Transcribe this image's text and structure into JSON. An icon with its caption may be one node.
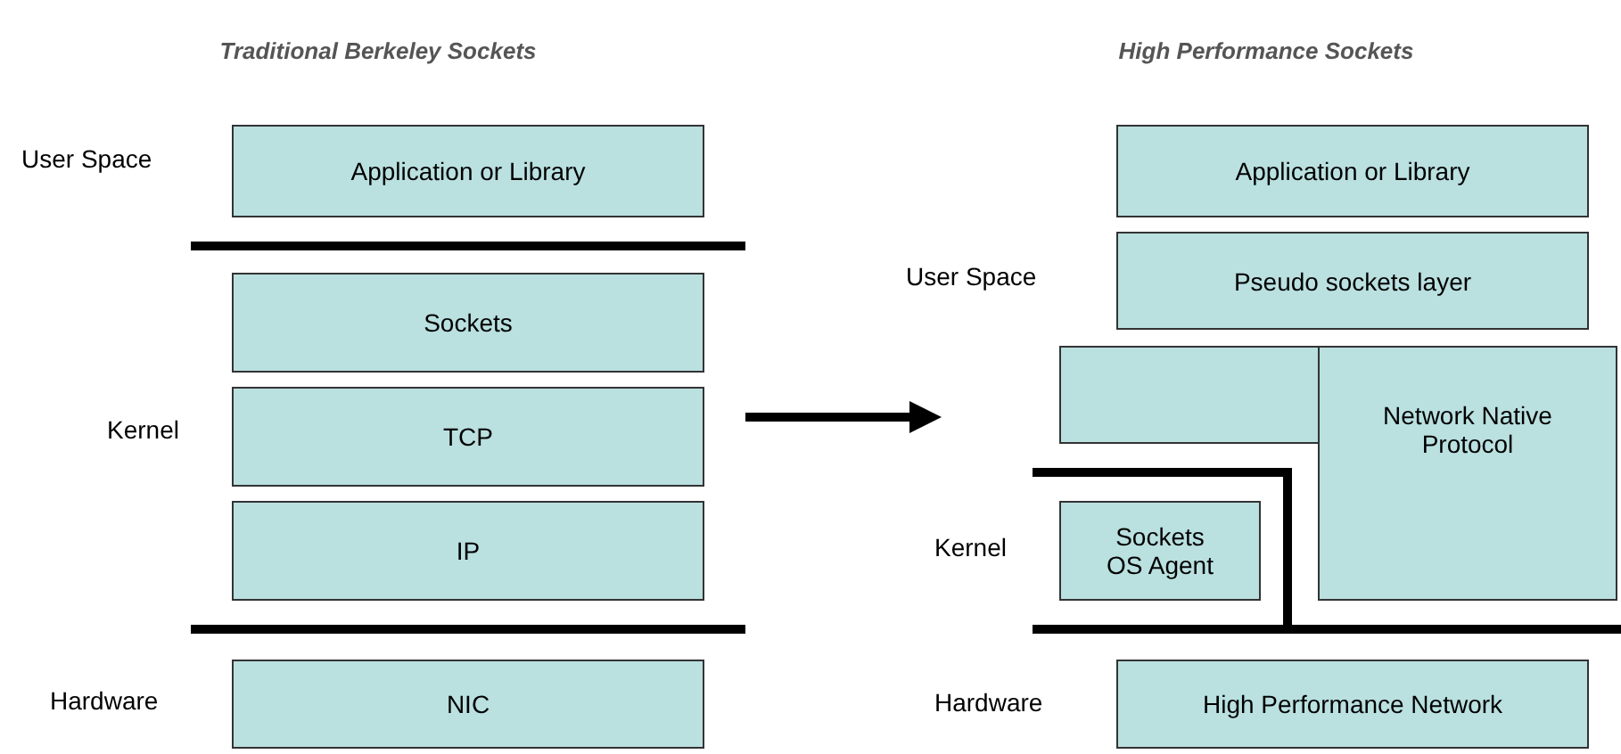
{
  "diagram": {
    "nodes": [
      {
        "text": [
          "Application or Library"
        ]
      },
      {
        "text": [
          "Sockets"
        ]
      },
      {
        "text": [
          "TCP"
        ]
      },
      {
        "text": [
          "IP"
        ]
      },
      {
        "text": [
          "NIC"
        ]
      },
      {
        "text": [
          "Application or Library"
        ]
      },
      {
        "text": [
          "Pseudo sockets layer"
        ]
      },
      {
        "text": [],
        "shape": "box"
      },
      {
        "text": [
          "Network Native Protocol"
        ]
      },
      {
        "text": [
          "Sockets OS Agent"
        ]
      },
      {
        "text": [
          "High Performance Network"
        ]
      }
    ],
    "labels": [
      "Traditional Berkeley Sockets",
      "High Performance Sockets",
      "User Space",
      "Kernel",
      "Hardware",
      "User Space",
      "Kernel",
      "Hardware"
    ]
  }
}
